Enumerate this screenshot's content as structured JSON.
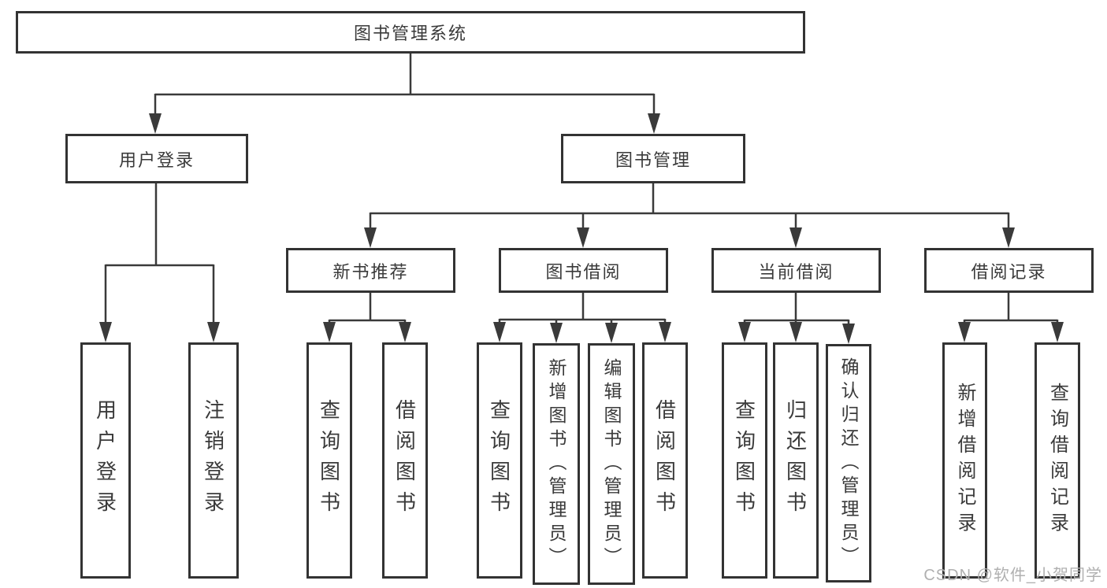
{
  "diagram": {
    "root": {
      "label": "图书管理系统"
    },
    "level2": [
      {
        "label": "用户登录"
      },
      {
        "label": "图书管理"
      }
    ],
    "level3": [
      {
        "label": "新书推荐"
      },
      {
        "label": "图书借阅"
      },
      {
        "label": "当前借阅"
      },
      {
        "label": "借阅记录"
      }
    ],
    "leaves": {
      "user_login": [
        {
          "label": "用户登录"
        },
        {
          "label": "注销登录"
        }
      ],
      "new_book": [
        {
          "label": "查询图书"
        },
        {
          "label": "借阅图书"
        }
      ],
      "book_borrow": [
        {
          "label": "查询图书"
        },
        {
          "label": "新增图书（管理员）"
        },
        {
          "label": "编辑图书（管理员）"
        },
        {
          "label": "借阅图书"
        }
      ],
      "current_borrow": [
        {
          "label": "查询图书"
        },
        {
          "label": "归还图书"
        },
        {
          "label": "确认归还（管理员）"
        }
      ],
      "borrow_records": [
        {
          "label": "新增借阅记录"
        },
        {
          "label": "查询借阅记录"
        }
      ]
    }
  },
  "watermark": {
    "text": "CSDN @软件_小贺同学"
  },
  "colors": {
    "line": "#3a3a3a",
    "text": "#3a3a3a",
    "background": "#ffffff",
    "watermark": "#b0b0b0"
  }
}
